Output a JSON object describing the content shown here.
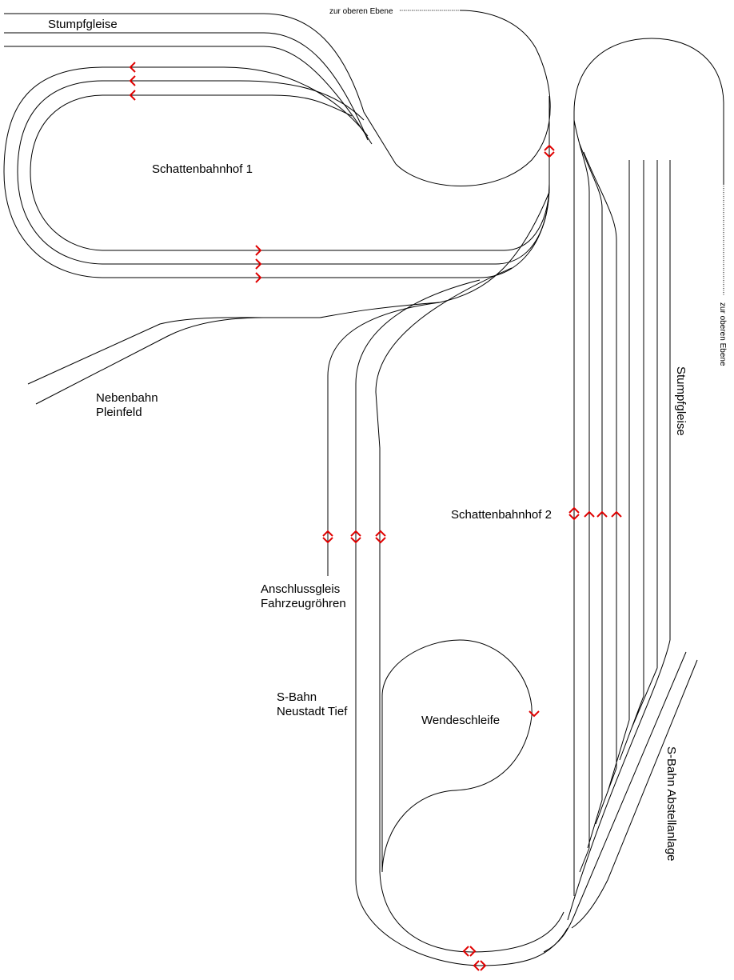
{
  "labels": {
    "upper_level_top": "zur oberen Ebene",
    "stub_tracks_top": "Stumpfgleise",
    "shadow_station_1": "Schattenbahnhof 1",
    "branch_line_1": "Nebenbahn",
    "branch_line_2": "Pleinfeld",
    "upper_level_right": "zur oberen Ebene",
    "stub_tracks_right": "Stumpfgleise",
    "shadow_station_2": "Schattenbahnhof 2",
    "siding_1": "Anschlussgleis",
    "siding_2": "Fahrzeugröhren",
    "sbahn_1": "S-Bahn",
    "sbahn_2": "Neustadt Tief",
    "turning_loop": "Wendeschleife",
    "sbahn_depot": "S-Bahn Abstellanlage"
  },
  "colors": {
    "track": "#000000",
    "signal": "#e00000"
  }
}
